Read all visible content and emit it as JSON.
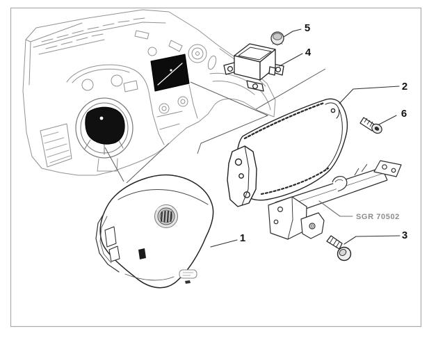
{
  "figure": {
    "background": "#ffffff",
    "border_color": "#aaaaaa",
    "part_line_color": "#222222",
    "dash_line_color": "#919191",
    "callout_color": "#111111",
    "ref_label_color": "#8c8c8c"
  },
  "callouts": [
    {
      "number": "1"
    },
    {
      "number": "2"
    },
    {
      "number": "3"
    },
    {
      "number": "4"
    },
    {
      "number": "5"
    },
    {
      "number": "6"
    }
  ],
  "ref_label": {
    "text": "SGR 70502"
  }
}
